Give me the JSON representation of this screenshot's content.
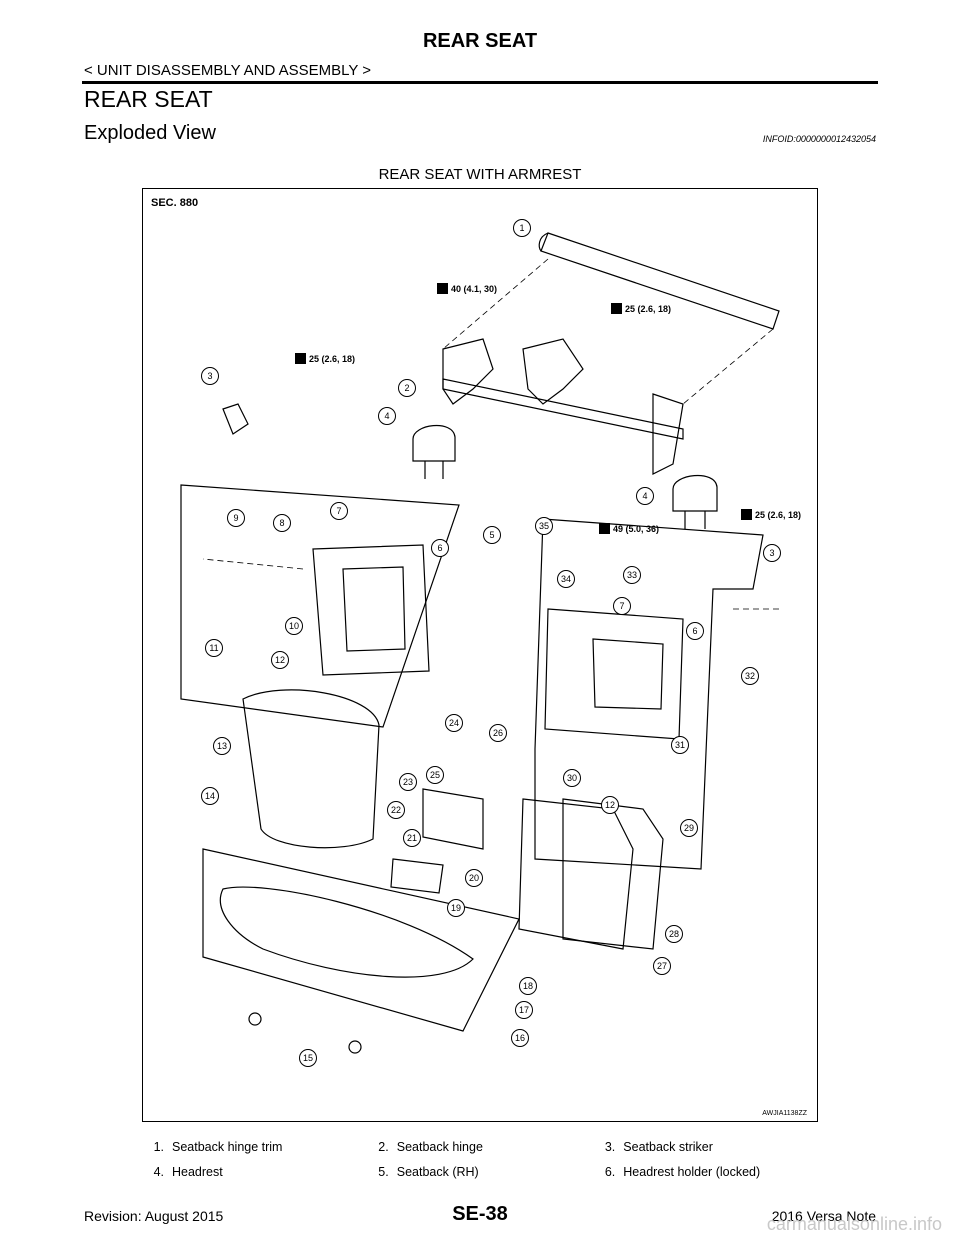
{
  "header": {
    "page_title": "REAR SEAT",
    "breadcrumb": "< UNIT DISASSEMBLY AND ASSEMBLY >"
  },
  "section": {
    "title": "REAR SEAT",
    "subtitle": "Exploded View",
    "info_id": "INFOID:0000000012432054",
    "figure_title": "REAR SEAT WITH ARMREST"
  },
  "figure": {
    "sec_label": "SEC. 880",
    "code": "AWJIA1138ZZ",
    "callouts": [
      "1",
      "2",
      "3",
      "3",
      "4",
      "4",
      "5",
      "6",
      "6",
      "7",
      "7",
      "8",
      "9",
      "10",
      "11",
      "12",
      "12",
      "13",
      "14",
      "15",
      "16",
      "17",
      "18",
      "19",
      "20",
      "21",
      "22",
      "23",
      "24",
      "25",
      "26",
      "27",
      "28",
      "29",
      "30",
      "31",
      "32",
      "33",
      "34",
      "35"
    ],
    "torques": [
      "40 (4.1, 30)",
      "25 (2.6, 18)",
      "25 (2.6, 18)",
      "25 (2.6, 18)",
      "49 (5.0, 36)"
    ]
  },
  "legend": [
    {
      "num": "1.",
      "text": "Seatback hinge trim"
    },
    {
      "num": "2.",
      "text": "Seatback hinge"
    },
    {
      "num": "3.",
      "text": "Seatback striker"
    },
    {
      "num": "4.",
      "text": "Headrest"
    },
    {
      "num": "5.",
      "text": "Seatback (RH)"
    },
    {
      "num": "6.",
      "text": "Headrest holder (locked)"
    }
  ],
  "footer": {
    "revision": "Revision: August 2015",
    "page": "SE-38",
    "model": "2016 Versa Note",
    "watermark": "carmanualsonline.info"
  }
}
